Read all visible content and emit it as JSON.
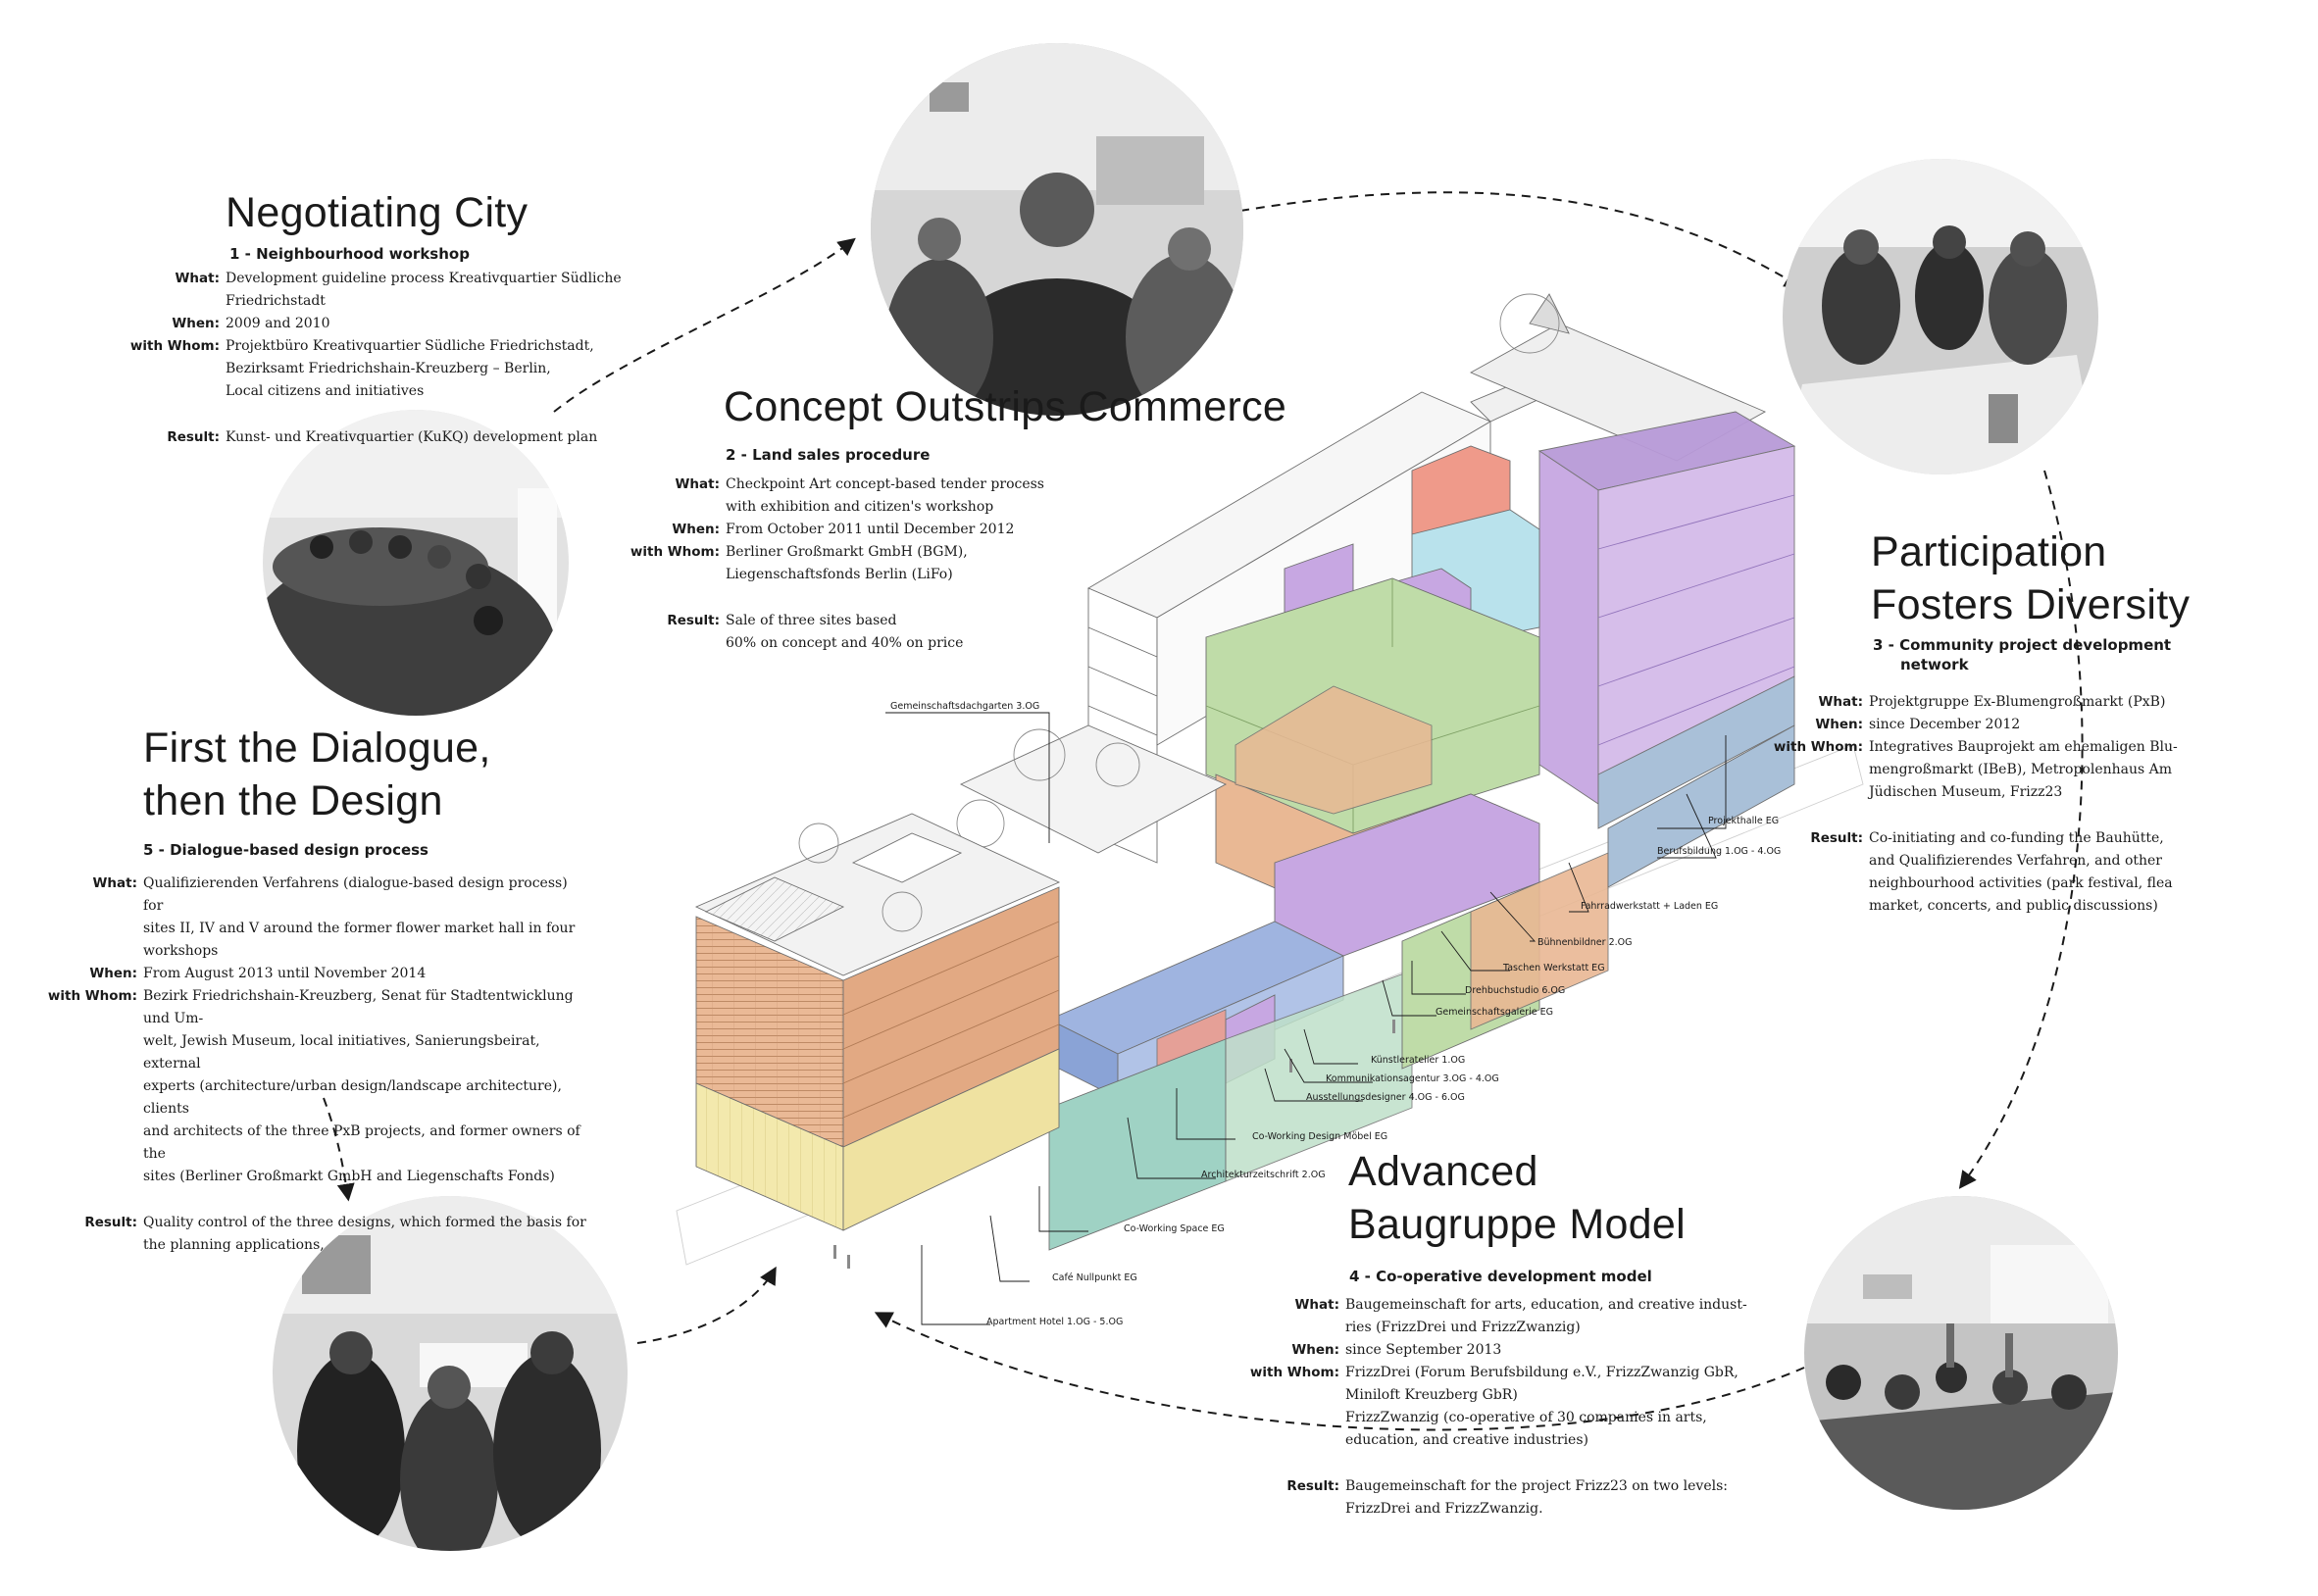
{
  "sections": {
    "negotiating": {
      "title": "Negotiating City",
      "subtitle": "1 - Neighbourhood workshop",
      "what_label": "What:",
      "what": "Development guideline process Kreativquartier Südliche Friedrichstadt",
      "when_label": "When:",
      "when": "2009 and 2010",
      "whom_label": "with Whom:",
      "whom_1": "Projektbüro Kreativquartier Südliche Friedrichstadt,",
      "whom_2": "Bezirksamt Friedrichshain-Kreuzberg – Berlin,",
      "whom_3": "Local citizens and initiatives",
      "result_label": "Result:",
      "result": "Kunst- und Kreativquartier (KuKQ) development plan"
    },
    "concept": {
      "title": "Concept Outstrips Commerce",
      "subtitle": "2 - Land sales procedure",
      "what_label": "What:",
      "what_1": "Checkpoint Art concept-based tender process",
      "what_2": "with exhibition and citizen's workshop",
      "when_label": "When:",
      "when": "From October 2011 until December 2012",
      "whom_label": "with Whom:",
      "whom_1": "Berliner Großmarkt GmbH (BGM),",
      "whom_2": "Liegenschaftsfonds Berlin (LiFo)",
      "result_label": "Result:",
      "result_1": "Sale of three sites based",
      "result_2": "60% on concept and 40% on price"
    },
    "participation": {
      "title_1": "Participation",
      "title_2": "Fosters Diversity",
      "subtitle_1": "3 - Community project development",
      "subtitle_2": "network",
      "what_label": "What:",
      "what": "Projektgruppe Ex-Blumengroßmarkt (PxB)",
      "when_label": "When:",
      "when": "since December 2012",
      "whom_label": "with Whom:",
      "whom_1": "Integratives Bauprojekt am ehemaligen Blu-",
      "whom_2": "mengroßmarkt (IBeB), Metropolenhaus Am",
      "whom_3": "Jüdischen Museum, Frizz23",
      "result_label": "Result:",
      "result_1": "Co-initiating and co-funding the Bauhütte,",
      "result_2": "and Qualifizierendes Verfahren, and other",
      "result_3": "neighbourhood activities (park festival, flea",
      "result_4": "market, concerts, and public discussions)"
    },
    "advanced": {
      "title_1": "Advanced",
      "title_2": "Baugruppe Model",
      "subtitle": "4 - Co-operative development model",
      "what_label": "What:",
      "what_1": "Baugemeinschaft for arts, education, and creative indust-",
      "what_2": "ries (FrizzDrei und FrizzZwanzig)",
      "when_label": "When:",
      "when": "since September 2013",
      "whom_label": "with Whom:",
      "whom_1": "FrizzDrei (Forum Berufsbildung e.V., FrizzZwanzig GbR,",
      "whom_2": "Miniloft Kreuzberg GbR)",
      "whom_3": "FrizzZwanzig (co-operative of 30 companies in arts,",
      "whom_4": "education, and creative industries)",
      "result_label": "Result:",
      "result_1": "Baugemeinschaft for the project Frizz23 on two levels:",
      "result_2": "FrizzDrei and FrizzZwanzig."
    },
    "dialogue": {
      "title_1": "First the Dialogue,",
      "title_2": "then the Design",
      "subtitle": "5 - Dialogue-based design process",
      "what_label": "What:",
      "what_1": "Qualifizierenden Verfahrens (dialogue-based design process) for",
      "what_2": "sites II, IV and V around the former flower market hall in four",
      "what_3": "workshops",
      "when_label": "When:",
      "when": "From August 2013 until November 2014",
      "whom_label": "with Whom:",
      "whom_1": "Bezirk Friedrichshain-Kreuzberg, Senat für Stadtentwicklung und Um-",
      "whom_2": "welt, Jewish Museum, local initiatives, Sanierungsbeirat, external",
      "whom_3": "experts (architecture/urban design/landscape architecture), clients",
      "whom_4": "and architects of the three PxB projects, and former owners of the",
      "whom_5": "sites (Berliner Großmarkt GmbH and Liegenschafts Fonds)",
      "result_label": "Result:",
      "result_1": "Quality control of the three designs, which formed the basis for",
      "result_2": "the planning applications,"
    }
  },
  "building_labels": {
    "dachgarten": "Gemeinschaftsdachgarten 3.OG",
    "projekthalle": "Projekthalle EG",
    "berufsbildung": "Berufsbildung 1.OG - 4.OG",
    "fahrrad": "Fahrradwerkstatt + Laden EG",
    "buehnen": "Bühnenbildner 2.OG",
    "taschen": "Taschen Werkstatt EG",
    "drehbuch": "Drehbuchstudio 6.OG",
    "galerie": "Gemeinschaftsgalerie EG",
    "kuenstler": "Künstleratelier 1.OG",
    "kommunikation": "Kommunikationsagentur 3.OG - 4.OG",
    "ausstellung": "Ausstellungsdesigner 4.OG - 6.OG",
    "coworking_design": "Co-Working Design Möbel EG",
    "architektur": "Architekturzeitschrift 2.OG",
    "coworking_space": "Co-Working Space EG",
    "cafe": "Café Nullpunkt EG",
    "apartment": "Apartment Hotel 1.OG - 5.OG"
  },
  "colors": {
    "orange": "#e9b894",
    "yellow": "#f1e7a6",
    "blue": "#9fb4e0",
    "purple": "#c7a7e2",
    "green": "#bfdca8",
    "red": "#ef9a8a",
    "cyan": "#b9e2ec",
    "teal": "#9fd2c4",
    "steel": "#a9c0d8"
  },
  "photos": {
    "p1": "photo-workshop-hall",
    "p2": "photo-speaker-discussion",
    "p3": "photo-table-meeting",
    "p4": "photo-model-review",
    "p5": "photo-hand-vote"
  }
}
